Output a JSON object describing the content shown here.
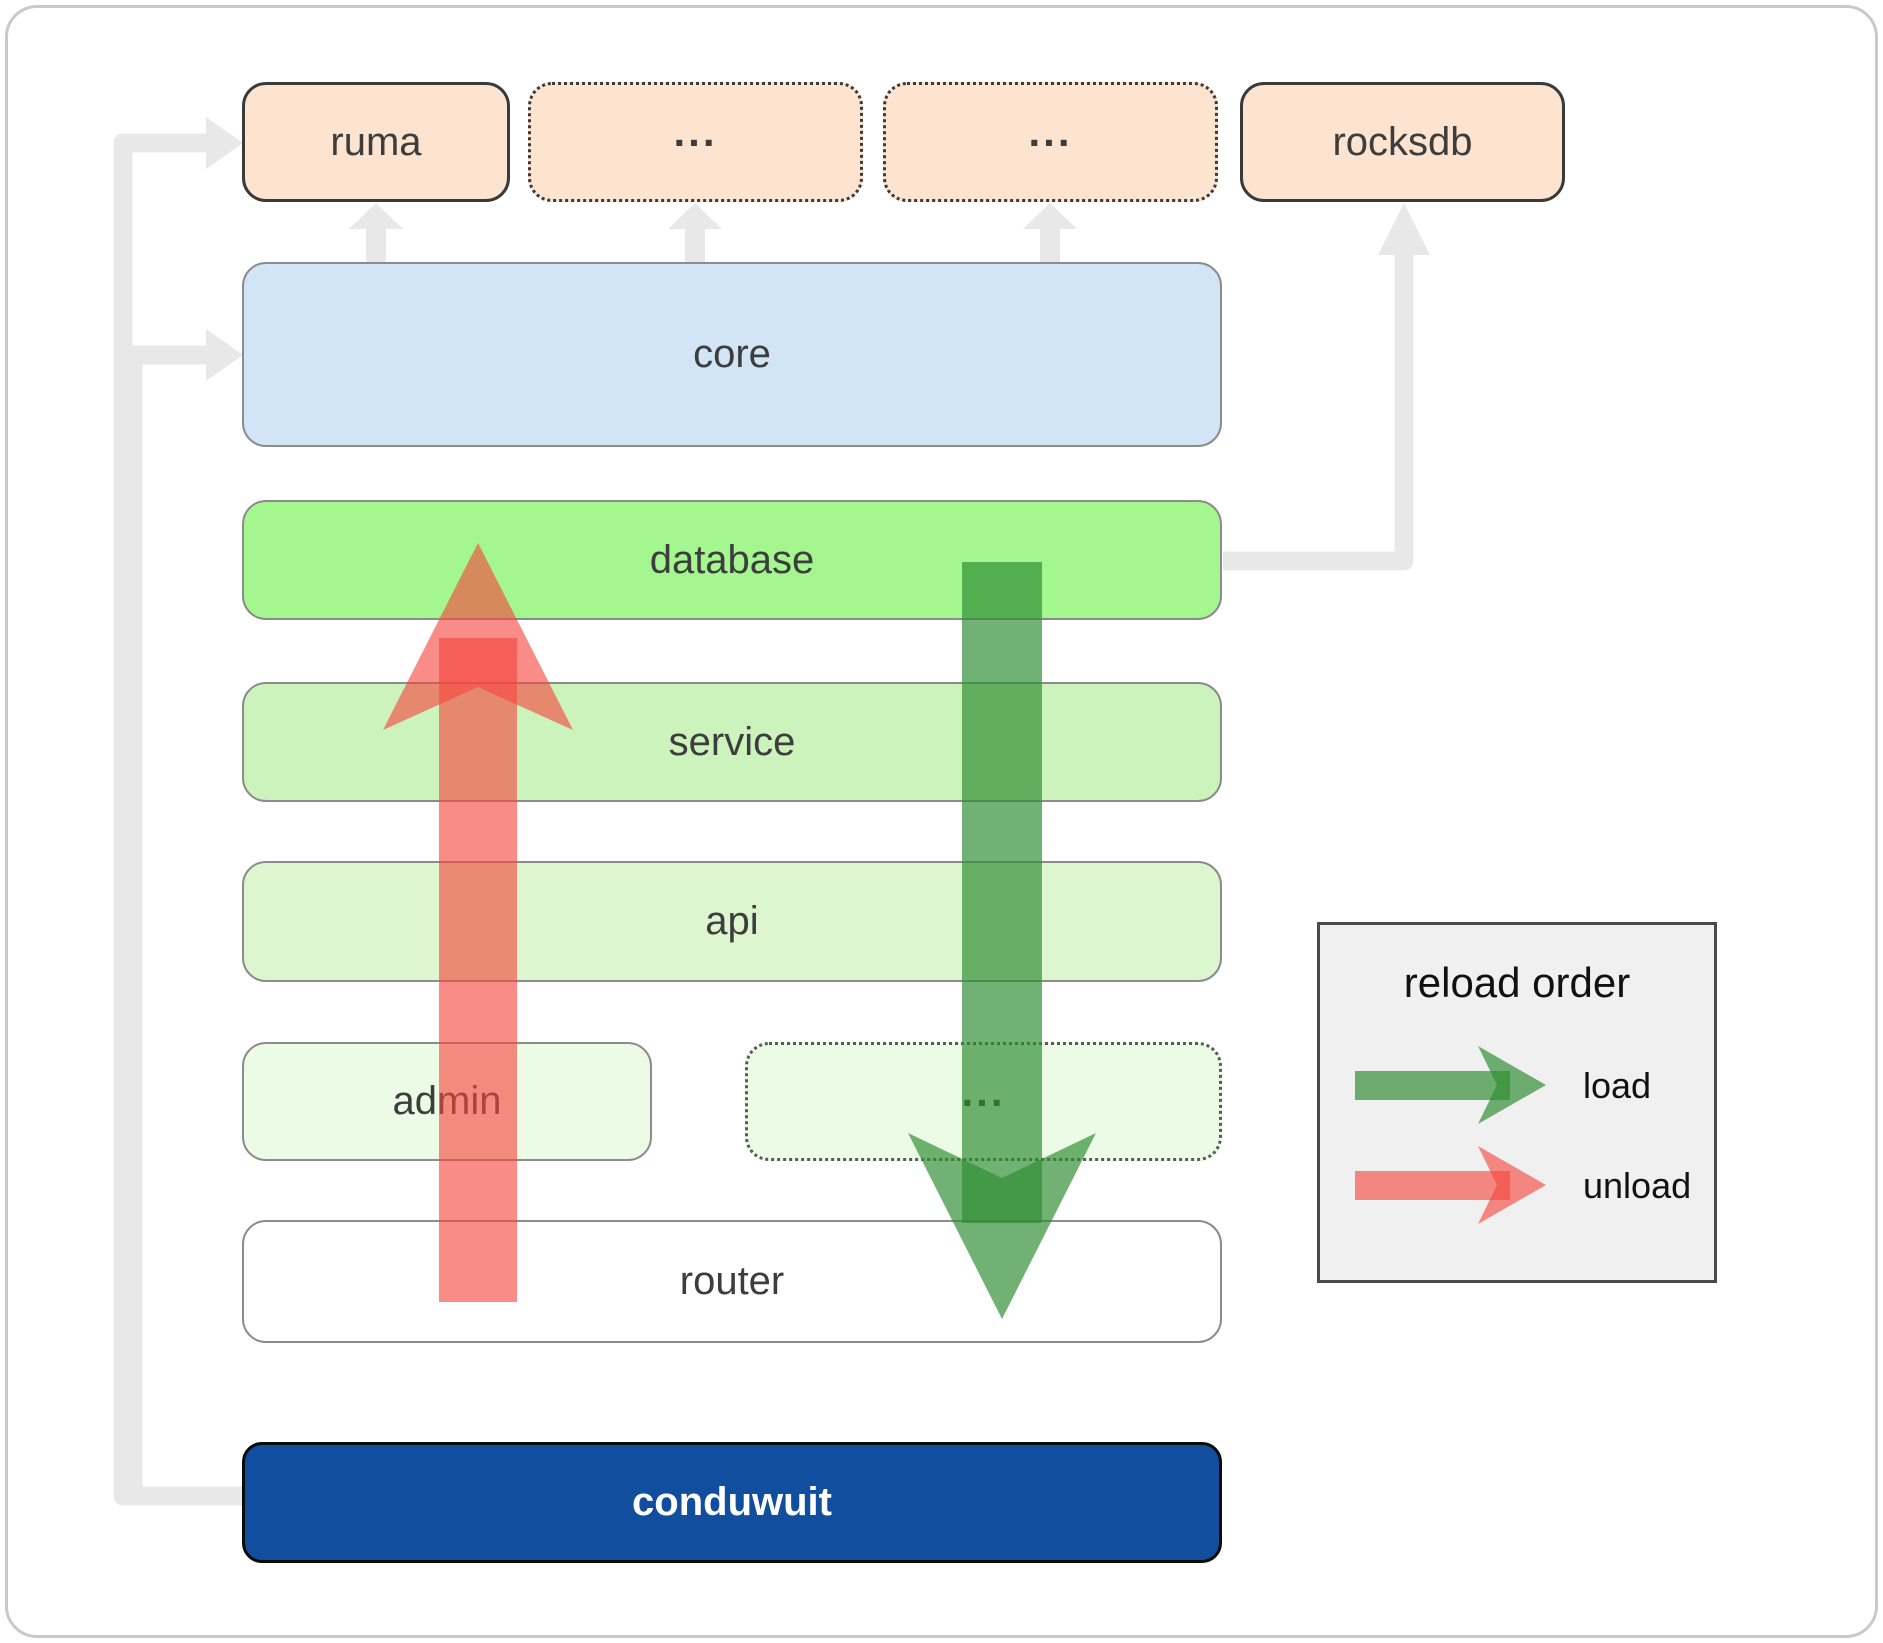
{
  "top_row": [
    {
      "label": "ruma",
      "border": "solid"
    },
    {
      "label": "...",
      "border": "dotted"
    },
    {
      "label": "...",
      "border": "dotted"
    },
    {
      "label": "rocksdb",
      "border": "solid"
    }
  ],
  "layers": {
    "core": "core",
    "database": "database",
    "service": "service",
    "api": "api"
  },
  "admin_row": [
    {
      "label": "admin",
      "border": "solid"
    },
    {
      "label": "...",
      "border": "dotted"
    }
  ],
  "router": "router",
  "app": "conduwuit",
  "legend": {
    "title": "reload order",
    "items": [
      {
        "label": "load",
        "color": "#2e8e32"
      },
      {
        "label": "unload",
        "color": "#f6463e"
      }
    ]
  },
  "colors": {
    "canvas_border": "#c9c9c9",
    "box_text": "#3d3d3d",
    "peach": "#fce4d1",
    "blue": "#d1e5f7",
    "green_database": "#a4f68e",
    "green_service": "#cdf3bd",
    "green_api": "#ddf6cf",
    "green_admin": "#ecfbe6",
    "navy": "#114e9d",
    "navy_border": "#0a0a0a",
    "dark_border": "#3a3a3a",
    "gray_border": "#8c8c8c",
    "dotted_gray_border": "#5a5a5a",
    "connector_gray": "#e8e8e8",
    "load_green": "#2e8e32",
    "unload_red": "#f6463e",
    "legend_bg": "#f0f0f0",
    "legend_border": "#4a4a4a",
    "legend_text": "#111111"
  }
}
